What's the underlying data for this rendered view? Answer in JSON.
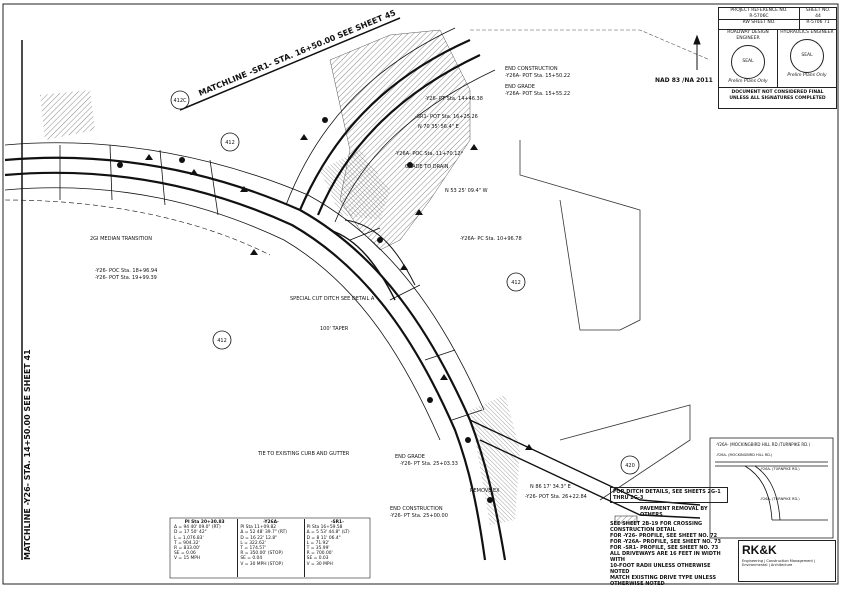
{
  "title_block": {
    "project_ref_label": "PROJECT REFERENCE NO.",
    "project_ref_value": "R-5706C",
    "sheet_no_label": "SHEET NO.",
    "sheet_no_value": "44",
    "rw_sheet_label": "RW SHEET NO.",
    "rw_sheet_value": "R-5706 71",
    "roadway_design_label": "ROADWAY DESIGN ENGINEER",
    "hydraulics_label": "HYDRAULICS ENGINEER",
    "seal_left": "SEAL",
    "seal_right": "SEAL",
    "prelim_left": "Prelim Plans Only",
    "prelim_right": "Prelim Plans Only",
    "notice_line1": "DOCUMENT NOT CONSIDERED FINAL",
    "notice_line2": "UNLESS ALL SIGNATURES COMPLETED"
  },
  "datum": "NAD 83 /NA 2011",
  "matchlines": {
    "left": "MATCHLINE -Y26- STA. 14+50.00 SEE SHEET 41",
    "top": "MATCHLINE -SR1- STA. 16+50.00 SEE SHEET 45"
  },
  "callouts": [
    "END CONSTRUCTION",
    "-Y26A- POT Sta. 15+50.22",
    "END GRADE",
    "-Y26A- POT Sta. 15+55.22",
    "-Y26- PT Sta. 14+46.38",
    "-SR1- POT Sta. 16+25.26",
    "N 70 35' 56.4\" E",
    "-Y26A- POC Sta. 11+70.12*",
    "GRADE TO DRAIN",
    "N 53 25' 09.4\" W",
    "-Y26A- PC Sta. 10+96.78",
    "-Y26- POC Sta. 18+96.94",
    "-Y26- POT Sta. 19+99.39",
    "SPECIAL CUT DITCH SEE DETAIL A",
    "TIE TO EXISTING CURB AND GUTTER",
    "END GRADE",
    "-Y26- PT Sta. 25+03.33",
    "END CONSTRUCTION",
    "-Y26- PT Sta. 25+00.00",
    "-Y26- POT Sta. 26+22.84",
    "N 86 17' 34.3\" E",
    "REMOVE EX",
    "2GI MEDIAN TRANSITION",
    "100' TAPER"
  ],
  "parcels": [
    "412C",
    "412",
    "412",
    "412",
    "420"
  ],
  "curves": [
    {
      "title": "PI Sta 20+30.83",
      "lines": [
        "Δ = 94 40' 09.0\" (RT)",
        "D = 17 50' 42\"",
        "L = 1,076.83'",
        "T = 904.32'",
        "R = 833.00'",
        "SE = 0.06",
        "V = 15 MPH"
      ]
    },
    {
      "title": "-Y26A-",
      "lines": [
        "PI Sta 11+09.82",
        "Δ = 52 48' 39.7\" (RT)",
        "D = 16 22' 12.8\"",
        "L = 322.62'",
        "T = 174.57'",
        "R = 350.00' (STOP)",
        "SE = 0.04",
        "V = 30 MPH (STOP)"
      ]
    },
    {
      "title": "-SR1-",
      "lines": [
        "PI Sta 16+59.58",
        "Δ = 5 53' 44.8\" (LT)",
        "D = 8 11' 06.4\"",
        "L = 71.92'",
        "T = 35.99'",
        "R = 700.00'",
        "SE = 0.03",
        "V = 30 MPH"
      ]
    }
  ],
  "notes": {
    "ditch": "FOR DITCH DETAILS, SEE SHEETS 2G-1 THRU 2G-3",
    "crossing": "SEE SHEET 2B-19 FOR CROSSING CONSTRUCTION DETAIL",
    "legend": "PAVEMENT REMOVAL BY OTHERS",
    "profile1": "FOR -Y26- PROFILE, SEE SHEET NO. 72",
    "profile2": "FOR -Y26A- PROFILE, SEE SHEET NO. 73",
    "profile3": "FOR -SR1- PROFILE, SEE SHEET NO. 73",
    "driveways1": "ALL DRIVEWAYS ARE 16 FEET IN WIDTH WITH",
    "driveways2": "10-FOOT RADII UNLESS OTHERWISE NOTED",
    "driveways3": "MATCH EXISTING DRIVE TYPE UNLESS",
    "driveways4": "OTHERWISE NOTED"
  },
  "inset": {
    "title": "-Y26A- (MOCKINGBIRD HILL RD./TURNPIKE RD.)",
    "label1": "-Y26A- (MOCKINGBIRD HILL RD.)",
    "label2": "-Y26A- (TURNPIKE RD.)",
    "label3": "-Y26A- (TURNPIKE RD.)"
  },
  "firm": {
    "logo": "RK&K",
    "line1": "Engineering | Construction Management | Environmental | Architecture"
  },
  "colors": {
    "ink": "#111111",
    "hatch": "#555555",
    "paper": "#ffffff"
  }
}
